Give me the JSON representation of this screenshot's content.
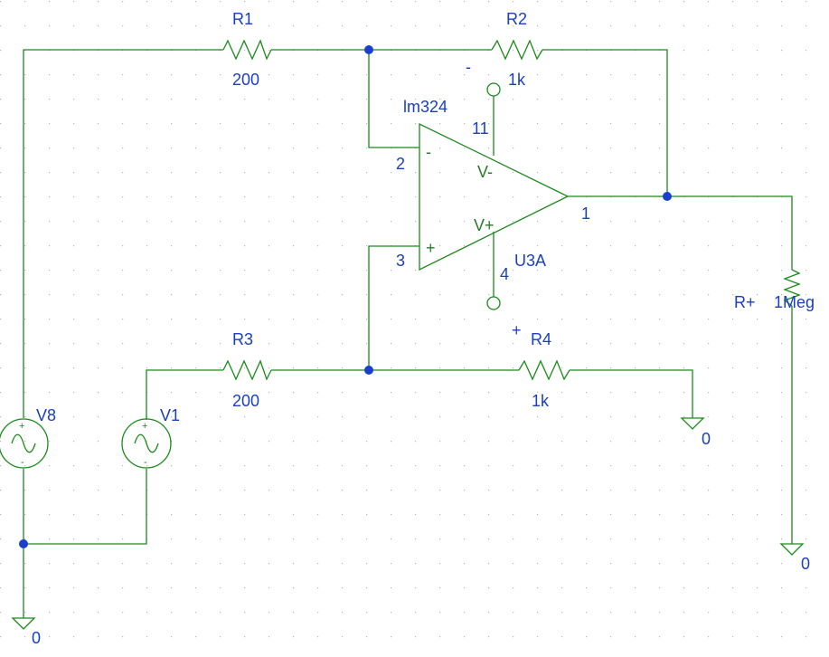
{
  "colors": {
    "background": "#ffffff",
    "wire": "#1a8a1a",
    "part": "#1a8a1a",
    "label": "#1a3fbf",
    "pin_label": "#2a7a2a",
    "node": "#1a3fcf",
    "grid": "#b8b8b8"
  },
  "components": {
    "r1": {
      "name": "R1",
      "value": "200"
    },
    "r2": {
      "name": "R2",
      "value": "1k"
    },
    "r3": {
      "name": "R3",
      "value": "200"
    },
    "r4": {
      "name": "R4",
      "value": "1k"
    },
    "r_load": {
      "name": "R+",
      "value": "1Meg"
    },
    "v8": {
      "name": "V8",
      "plus": "+",
      "minus": "-"
    },
    "v1": {
      "name": "V1",
      "plus": "+",
      "minus": "-"
    },
    "opamp": {
      "model": "lm324",
      "ref": "U3A",
      "pin_inverting": "2",
      "pin_noninverting": "3",
      "pin_output": "1",
      "pin_vneg": "11",
      "pin_vpos": "4",
      "sign_minus": "-",
      "sign_plus": "+",
      "label_vneg": "V-",
      "label_vpos": "V+"
    }
  },
  "markers": {
    "minus_marker": "-",
    "plus_marker": "+"
  },
  "grounds": {
    "g1": "0",
    "g2": "0",
    "g3": "0"
  }
}
